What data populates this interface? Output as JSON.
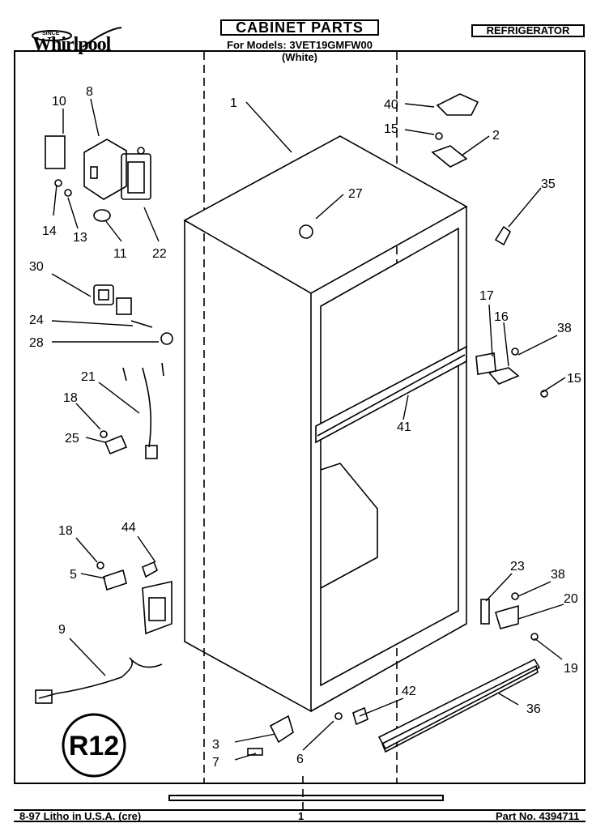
{
  "header": {
    "title": "CABINET PARTS",
    "category": "REFRIGERATOR",
    "models_line": "For Models: 3VET19GMFW00",
    "color_line": "(White)",
    "brand": "Whirlpool",
    "brand_badge": "SINCE"
  },
  "callouts": [
    "10",
    "8",
    "14",
    "13",
    "11",
    "22",
    "1",
    "27",
    "40",
    "15",
    "2",
    "35",
    "30",
    "24",
    "28",
    "21",
    "18",
    "25",
    "17",
    "16",
    "38",
    "15",
    "41",
    "18",
    "44",
    "5",
    "9",
    "23",
    "38",
    "20",
    "19",
    "42",
    "36",
    "3",
    "7",
    "6"
  ],
  "footer": {
    "left": "8-97 Litho in U.S.A. (cre)",
    "page": "1",
    "part_no": "Part No. 4394711"
  },
  "stamp": "R12"
}
